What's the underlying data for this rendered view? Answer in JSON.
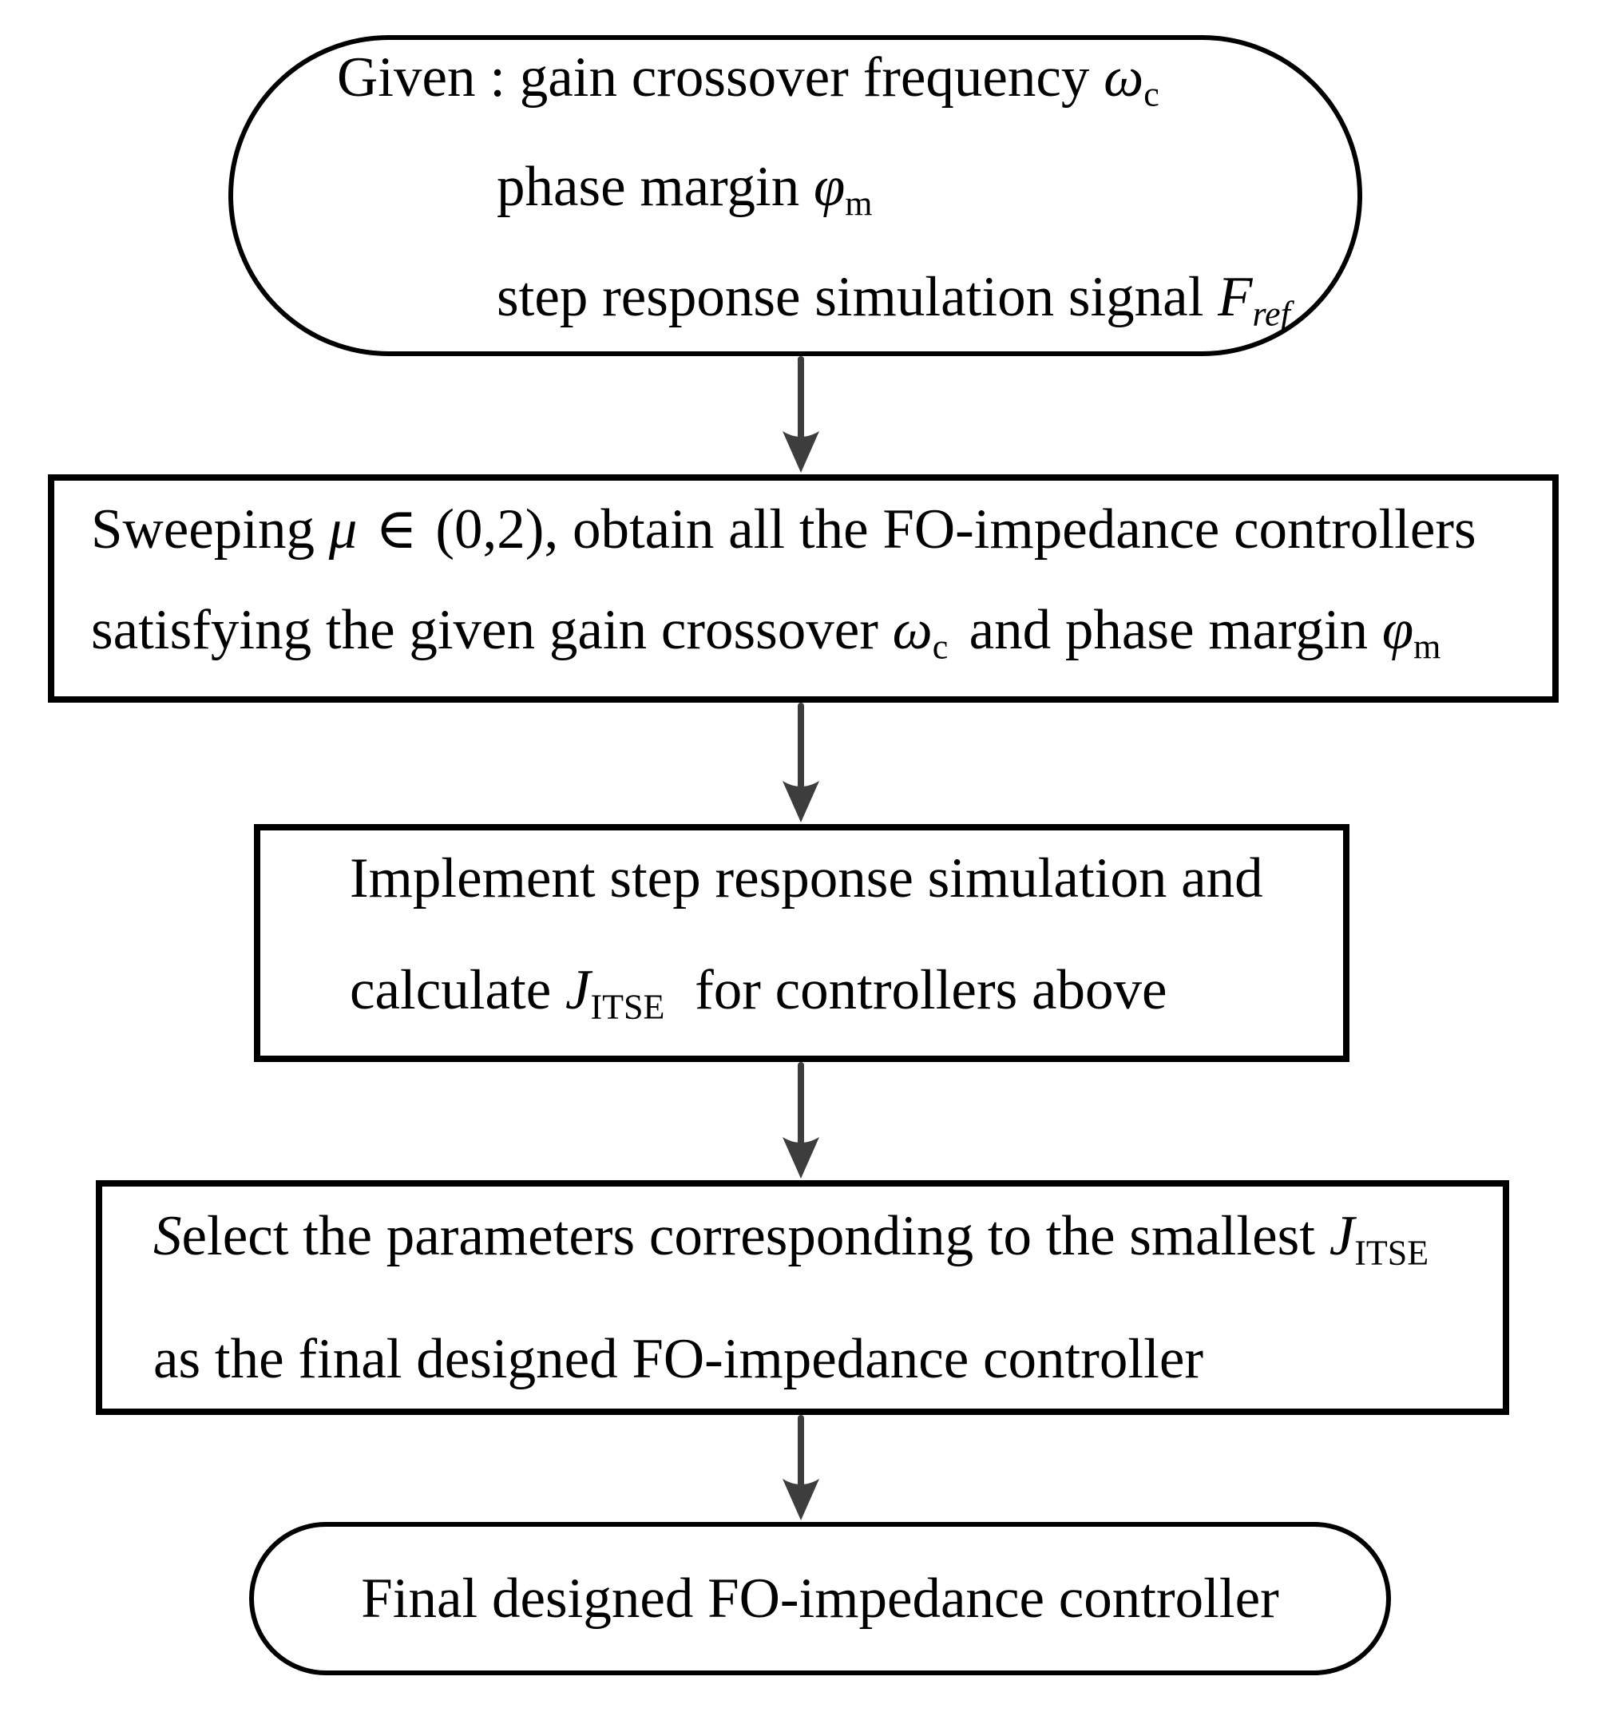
{
  "diagram": {
    "type": "flowchart",
    "direction": "top-down",
    "colors": {
      "background": "#ffffff",
      "node_fill": "#ffffff",
      "node_border": "#000000",
      "text": "#000000",
      "arrow": "#3d3d3d"
    }
  },
  "nodes": {
    "given": {
      "shape": "terminator",
      "prefix": "Given : ",
      "line1_text": "gain crossover frequency ",
      "line1_sym": "ω",
      "line1_sub": "c",
      "line2_text": "phase margin ",
      "line2_sym": "φ",
      "line2_sub": "m",
      "line3_text": "step response simulation signal ",
      "line3_sym": "F",
      "line3_sub": "ref"
    },
    "sweep": {
      "shape": "process",
      "line1_pre": "Sweeping ",
      "line1_sym": "μ",
      "line1_in": "∈",
      "line1_rest": "(0,2), obtain all the FO-impedance controllers",
      "line2_pre": "satisfying the given gain crossover ",
      "line2_sym1": "ω",
      "line2_sub1": "c",
      "line2_mid": " and phase margin ",
      "line2_sym2": "φ",
      "line2_sub2": "m"
    },
    "simulate": {
      "shape": "process",
      "line1": "Implement step response simulation and",
      "line2_pre": "calculate ",
      "line2_sym": "J",
      "line2_sub": "ITSE",
      "line2_post": " for controllers above"
    },
    "select": {
      "shape": "process",
      "line1_lead": "S",
      "line1_pre": "elect the parameters corresponding to the smallest ",
      "line1_sym": "J",
      "line1_sub": "ITSE",
      "line2": "as the final designed FO-impedance controller"
    },
    "final": {
      "shape": "terminator",
      "text": "Final designed FO-impedance controller"
    }
  },
  "edges": [
    {
      "from": "given",
      "to": "sweep"
    },
    {
      "from": "sweep",
      "to": "simulate"
    },
    {
      "from": "simulate",
      "to": "select"
    },
    {
      "from": "select",
      "to": "final"
    }
  ]
}
